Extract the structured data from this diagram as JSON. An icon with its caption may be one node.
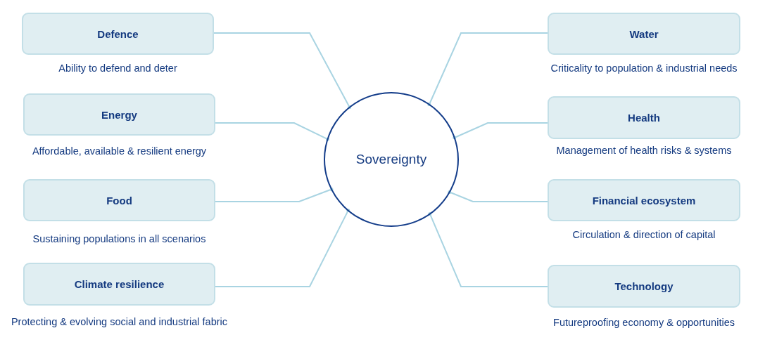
{
  "diagram": {
    "nodes": [
      {
        "text": [
          "Sovereignty"
        ]
      },
      {
        "text": [
          "Defence"
        ],
        "beside": [
          "Ability to defend and deter"
        ]
      },
      {
        "text": [
          "Energy"
        ],
        "beside": [
          "Affordable, available & resilient energy"
        ]
      },
      {
        "text": [
          "Food"
        ],
        "beside": [
          "Sustaining populations in all scenarios"
        ]
      },
      {
        "text": [
          "Climate resilience"
        ],
        "beside": [
          "Protecting & evolving social and industrial fabric"
        ]
      },
      {
        "text": [
          "Water"
        ],
        "beside": [
          "Criticality to population & industrial needs"
        ]
      },
      {
        "text": [
          "Health"
        ],
        "beside": [
          "Management of health risks & systems"
        ]
      },
      {
        "text": [
          "Financial ecosystem"
        ],
        "beside": [
          "Circulation & direction of capital"
        ]
      },
      {
        "text": [
          "Technology"
        ],
        "beside": [
          "Futureproofing economy & opportunities"
        ]
      }
    ],
    "edges": [
      {
        "from": 1,
        "to": 0,
        "arrow": "other"
      },
      {
        "from": 2,
        "to": 0,
        "arrow": "other"
      },
      {
        "from": 3,
        "to": 0,
        "arrow": "other"
      },
      {
        "from": 4,
        "to": 0,
        "arrow": "other"
      },
      {
        "from": 5,
        "to": 0,
        "arrow": "other"
      },
      {
        "from": 6,
        "to": 0,
        "arrow": "other"
      },
      {
        "from": 7,
        "to": 0,
        "arrow": "other"
      },
      {
        "from": 8,
        "to": 0,
        "arrow": "other"
      }
    ]
  }
}
